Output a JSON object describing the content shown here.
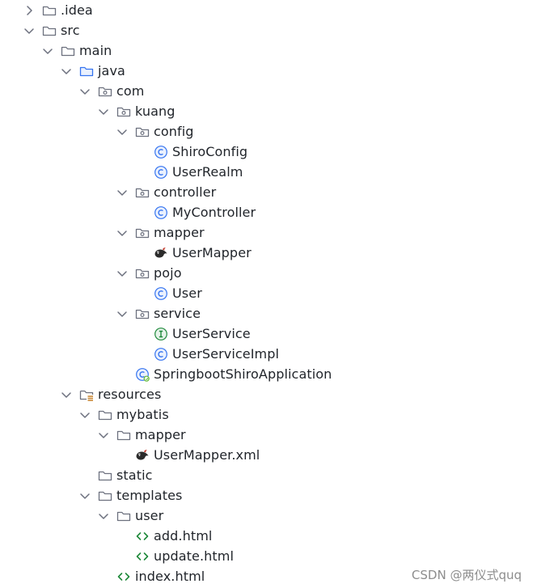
{
  "tree": [
    {
      "label": ".idea",
      "type": "folder",
      "depth": 0,
      "expanded": false
    },
    {
      "label": "src",
      "type": "folder",
      "depth": 0,
      "expanded": true
    },
    {
      "label": "main",
      "type": "folder",
      "depth": 1,
      "expanded": true
    },
    {
      "label": "java",
      "type": "source-folder",
      "depth": 2,
      "expanded": true
    },
    {
      "label": "com",
      "type": "package",
      "depth": 3,
      "expanded": true
    },
    {
      "label": "kuang",
      "type": "package",
      "depth": 4,
      "expanded": true
    },
    {
      "label": "config",
      "type": "package",
      "depth": 5,
      "expanded": true
    },
    {
      "label": "ShiroConfig",
      "type": "class",
      "depth": 6
    },
    {
      "label": "UserRealm",
      "type": "class",
      "depth": 6
    },
    {
      "label": "controller",
      "type": "package",
      "depth": 5,
      "expanded": true
    },
    {
      "label": "MyController",
      "type": "class",
      "depth": 6
    },
    {
      "label": "mapper",
      "type": "package",
      "depth": 5,
      "expanded": true
    },
    {
      "label": "UserMapper",
      "type": "mybatis",
      "depth": 6
    },
    {
      "label": "pojo",
      "type": "package",
      "depth": 5,
      "expanded": true
    },
    {
      "label": "User",
      "type": "class",
      "depth": 6
    },
    {
      "label": "service",
      "type": "package",
      "depth": 5,
      "expanded": true
    },
    {
      "label": "UserService",
      "type": "interface",
      "depth": 6
    },
    {
      "label": "UserServiceImpl",
      "type": "class",
      "depth": 6
    },
    {
      "label": "SpringbootShiroApplication",
      "type": "spring-class",
      "depth": 5
    },
    {
      "label": "resources",
      "type": "resources-folder",
      "depth": 2,
      "expanded": true
    },
    {
      "label": "mybatis",
      "type": "folder",
      "depth": 3,
      "expanded": true
    },
    {
      "label": "mapper",
      "type": "folder",
      "depth": 4,
      "expanded": true
    },
    {
      "label": "UserMapper.xml",
      "type": "mybatis",
      "depth": 5
    },
    {
      "label": "static",
      "type": "folder",
      "depth": 3
    },
    {
      "label": "templates",
      "type": "folder",
      "depth": 3,
      "expanded": true
    },
    {
      "label": "user",
      "type": "folder",
      "depth": 4,
      "expanded": true
    },
    {
      "label": "add.html",
      "type": "html",
      "depth": 5
    },
    {
      "label": "update.html",
      "type": "html",
      "depth": 5
    },
    {
      "label": "index.html",
      "type": "html",
      "depth": 4
    }
  ],
  "watermark": "CSDN @两仪式quq",
  "colors": {
    "text": "#1f2329",
    "icon_stroke": "#6c707e",
    "source_folder": "#3574f0",
    "class_icon": "#3574f0",
    "interface_icon": "#208a3c",
    "html_icon": "#208a3c",
    "resources_lines": "#c7822a",
    "mybatis_dark": "#2b2b2b",
    "mybatis_red": "#c0392b",
    "watermark": "#8d8d8d"
  }
}
